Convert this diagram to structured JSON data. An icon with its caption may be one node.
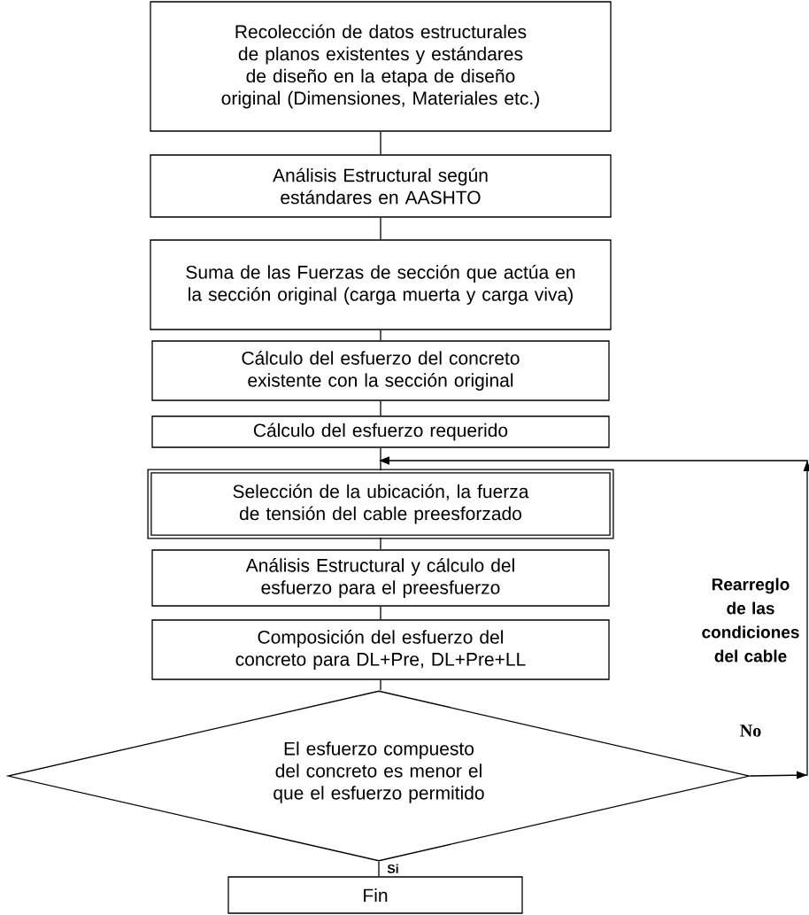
{
  "diagram": {
    "nodes": [
      {
        "text": [
          "Recolección de datos estructurales de planos existentes y estándares de diseño en la etapa de diseño original (Dimensiones, Materiales etc.)"
        ]
      },
      {
        "text": [
          "Análisis Estructural según estándares en AASHTO"
        ]
      },
      {
        "text": [
          "Suma de las Fuerzas de sección que actúa en la sección original (carga muerta y carga viva)"
        ]
      },
      {
        "text": [
          "Cálculo del esfuerzo del concreto existente con la sección original"
        ]
      },
      {
        "text": [
          "Cálculo del esfuerzo requerido"
        ]
      },
      {
        "text": [
          "Selección de la ubicación, la fuerza de tensión del cable preesforzado"
        ]
      },
      {
        "text": [
          "Análisis Estructural y cálculo del esfuerzo para el preesfuerzo"
        ]
      },
      {
        "text": [
          "Composición del esfuerzo del concreto para DL+Pre, DL+Pre+LL"
        ]
      },
      {
        "text": [
          "El esfuerzo compuesto del concreto es menor el que el esfuerzo permitido"
        ]
      },
      {
        "text": [
          "Fin"
        ]
      }
    ],
    "edges": [
      {
        "from": 0,
        "to": 1,
        "arrow": "none"
      },
      {
        "from": 1,
        "to": 2,
        "arrow": "none"
      },
      {
        "from": 2,
        "to": 3,
        "arrow": "none"
      },
      {
        "from": 3,
        "to": 4,
        "arrow": "none"
      },
      {
        "from": 4,
        "to": 5,
        "arrow": "none"
      },
      {
        "from": 5,
        "to": 6,
        "arrow": "none"
      },
      {
        "from": 6,
        "to": 7,
        "arrow": "none"
      },
      {
        "from": 7,
        "to": 8,
        "arrow": "none"
      },
      {
        "from": 8,
        "to": 9,
        "arrow": "none",
        "label": "Si"
      },
      {
        "from": 8,
        "to": 5,
        "arrow": "to",
        "label": "No"
      }
    ],
    "labels": [
      "Rearreglo de las condiciones del cable"
    ]
  }
}
